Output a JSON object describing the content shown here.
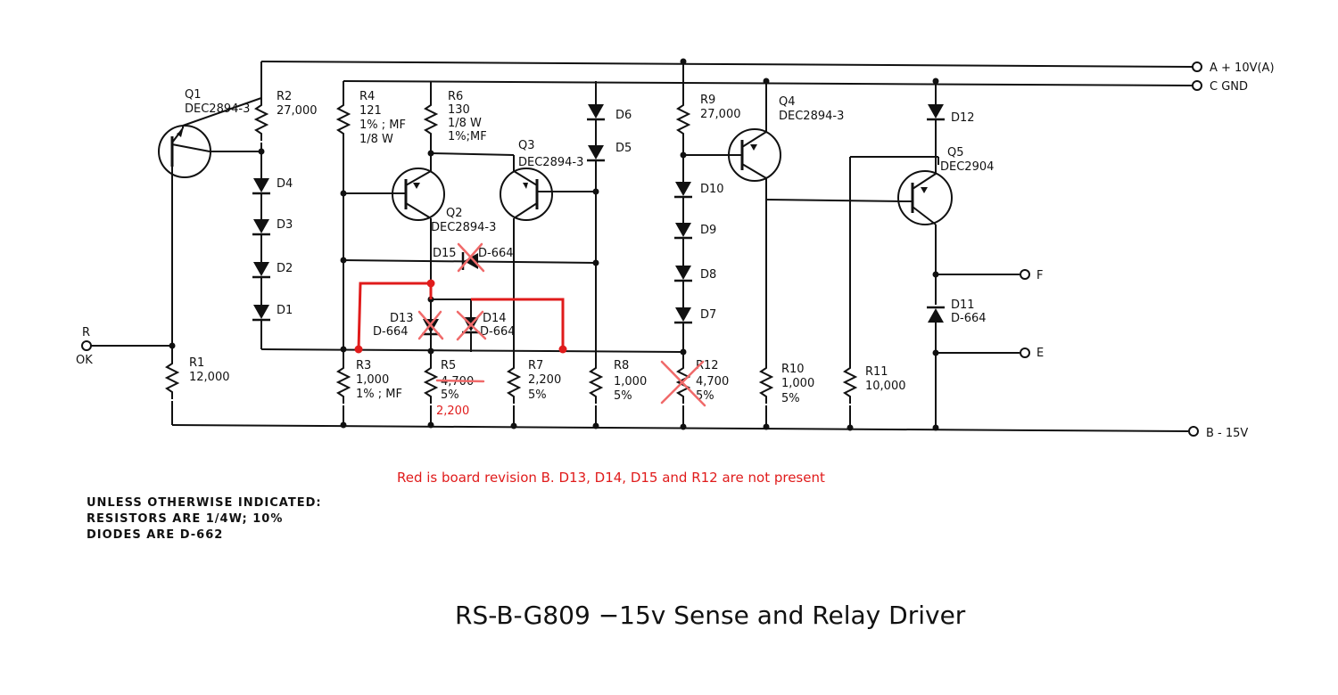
{
  "title": "RS-B-G809 −15v Sense and Relay Driver",
  "revision_note": "Red is board revision B. D13, D14, D15 and R12 are not present",
  "notes": [
    "UNLESS OTHERWISE INDICATED:",
    "RESISTORS ARE 1/4W; 10%",
    "DIODES ARE D-662"
  ],
  "terminals": {
    "a": "A + 10V(A)",
    "c": "C     GND",
    "b": "B - 15V",
    "f": "F",
    "e": "E",
    "r": "R",
    "ok": "OK"
  },
  "transistors": {
    "q1": {
      "ref": "Q1",
      "part": "DEC2894-3"
    },
    "q2": {
      "ref": "Q2",
      "part": "DEC2894-3"
    },
    "q3": {
      "ref": "Q3",
      "part": "DEC2894-3"
    },
    "q4": {
      "ref": "Q4",
      "part": "DEC2894-3"
    },
    "q5": {
      "ref": "Q5",
      "part": "DEC2904"
    }
  },
  "resistors": {
    "r1": {
      "ref": "R1",
      "v": [
        "12,000"
      ]
    },
    "r2": {
      "ref": "R2",
      "v": [
        "27,000"
      ]
    },
    "r3": {
      "ref": "R3",
      "v": [
        "1,000",
        "1% ; MF"
      ]
    },
    "r4": {
      "ref": "R4",
      "v": [
        "121",
        "1% ; MF",
        "1/8 W"
      ]
    },
    "r5": {
      "ref": "R5",
      "v": [
        "4,700",
        "5%"
      ],
      "rev": "2,200"
    },
    "r6": {
      "ref": "R6",
      "v": [
        "130",
        "1/8 W",
        "1%;MF"
      ]
    },
    "r7": {
      "ref": "R7",
      "v": [
        "2,200",
        "5%"
      ]
    },
    "r8": {
      "ref": "R8",
      "v": [
        "1,000",
        "5%"
      ]
    },
    "r9": {
      "ref": "R9",
      "v": [
        "27,000"
      ]
    },
    "r10": {
      "ref": "R10",
      "v": [
        "1,000",
        "5%"
      ]
    },
    "r11": {
      "ref": "R11",
      "v": [
        "10,000"
      ]
    },
    "r12": {
      "ref": "R12",
      "v": [
        "4,700",
        "5%"
      ]
    }
  },
  "diodes": {
    "d1": "D1",
    "d2": "D2",
    "d3": "D3",
    "d4": "D4",
    "d5": "D5",
    "d6": "D6",
    "d7": "D7",
    "d8": "D8",
    "d9": "D9",
    "d10": "D10",
    "d11": "D11",
    "d11_part": "D-664",
    "d12": "D12",
    "d13": "D13",
    "d13_part": "D-664",
    "d14": "D14",
    "d14_part": "D-664",
    "d15": "D15",
    "d15_part": "D-664"
  },
  "colors": {
    "ink": "#111111",
    "revision": "#e01b1b",
    "strike": "#f06a6a"
  }
}
